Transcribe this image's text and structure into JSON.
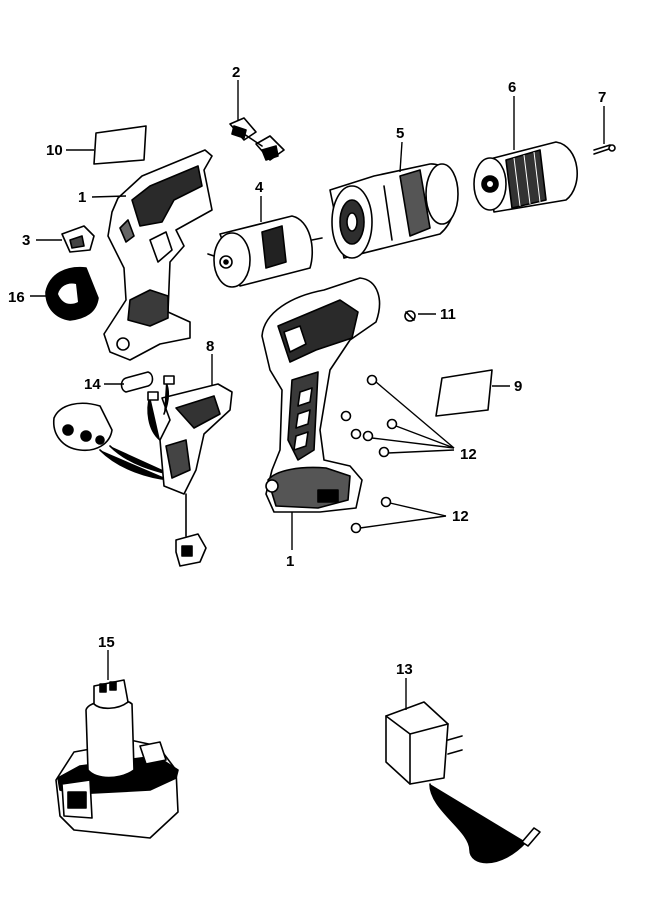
{
  "diagram": {
    "callouts": {
      "c1a": "1",
      "c1b": "1",
      "c2": "2",
      "c3": "3",
      "c4": "4",
      "c5": "5",
      "c6": "6",
      "c7": "7",
      "c8": "8",
      "c9": "9",
      "c10": "10",
      "c11": "11",
      "c12a": "12",
      "c12b": "12",
      "c13": "13",
      "c14": "14",
      "c15": "15",
      "c16": "16"
    },
    "parts": [
      {
        "id": "housing-left-half",
        "callout": "1"
      },
      {
        "id": "brush-pair",
        "callout": "2"
      },
      {
        "id": "switch-clip",
        "callout": "3"
      },
      {
        "id": "motor",
        "callout": "4"
      },
      {
        "id": "gearbox",
        "callout": "5"
      },
      {
        "id": "keyless-chuck",
        "callout": "6"
      },
      {
        "id": "chuck-screw",
        "callout": "7"
      },
      {
        "id": "switch-assembly",
        "callout": "8"
      },
      {
        "id": "nameplate",
        "callout": "9"
      },
      {
        "id": "label",
        "callout": "10"
      },
      {
        "id": "screw",
        "callout": "11"
      },
      {
        "id": "housing-screws",
        "callout": "12"
      },
      {
        "id": "charger",
        "callout": "13"
      },
      {
        "id": "pin",
        "callout": "14"
      },
      {
        "id": "battery-pack",
        "callout": "15"
      },
      {
        "id": "clip-shield",
        "callout": "16"
      }
    ]
  }
}
